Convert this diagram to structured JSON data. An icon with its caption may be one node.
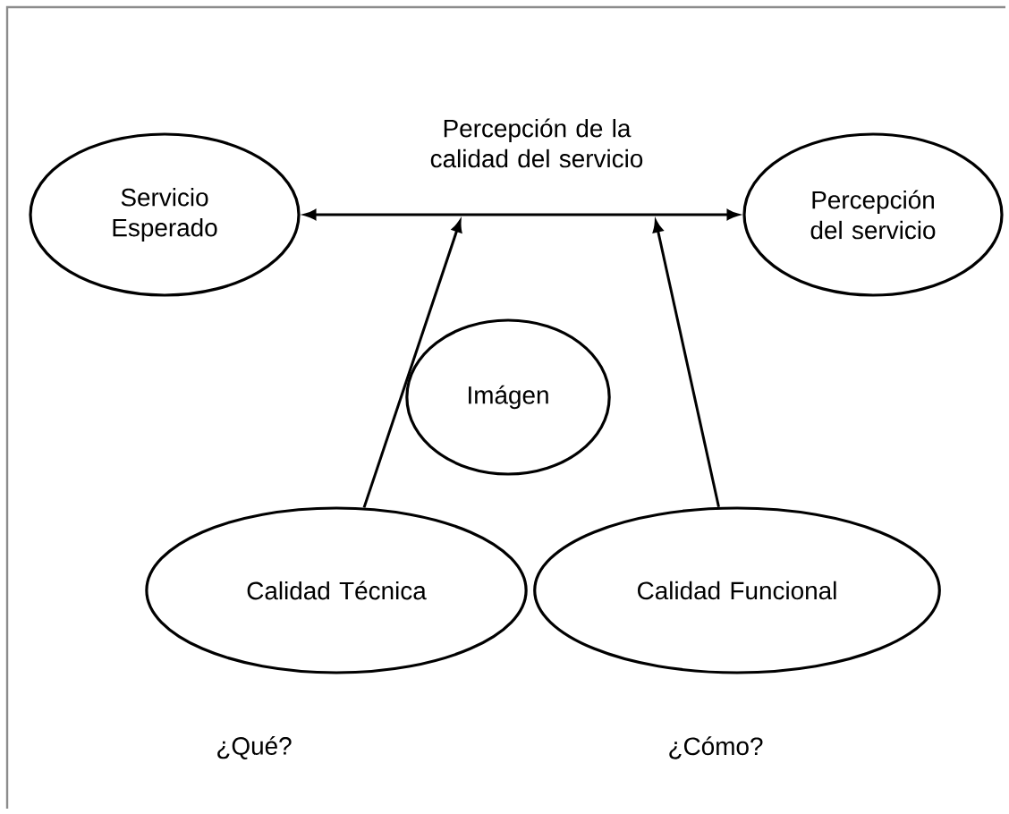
{
  "diagram": {
    "nodes": [
      {
        "text": [
          "Servicio Esperado"
        ]
      },
      {
        "text": [
          "Percepción del servicio"
        ]
      },
      {
        "text": [
          "Imágen"
        ]
      },
      {
        "text": [
          "Calidad Técnica"
        ]
      },
      {
        "text": [
          "Calidad Funcional"
        ]
      }
    ],
    "edges": [
      {
        "from": 0,
        "to": 1,
        "arrow": "both",
        "label": "Percepción de la calidad del servicio"
      },
      {
        "from": 3,
        "to": null,
        "arrow": "to"
      },
      {
        "from": 4,
        "to": null,
        "arrow": "to"
      }
    ],
    "labels": [
      "¿Qué?",
      "¿Cómo?"
    ]
  }
}
